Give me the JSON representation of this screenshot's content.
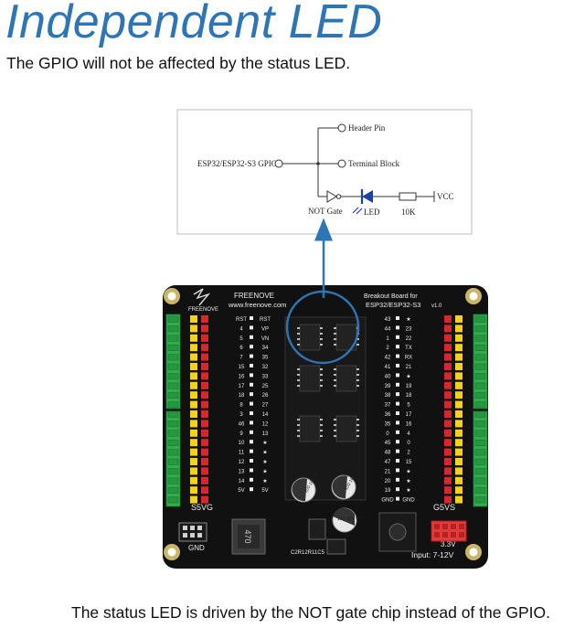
{
  "header": {
    "title": "Independent LED",
    "subtitle": "The GPIO will not be affected by the status LED."
  },
  "schematic": {
    "gpio_label": "ESP32/ESP32-S3 GPIO",
    "header_pin_label": "Header Pin",
    "terminal_block_label": "Terminal Block",
    "not_gate_label": "NOT Gate",
    "led_label": "LED",
    "resistor_label": "10K",
    "vcc_label": "VCC"
  },
  "board": {
    "brand": "FREENOVE",
    "website": "www.freenove.com",
    "title_line1": "Breakout Board for",
    "title_line2": "ESP32/ESP32-S3",
    "version": "v1.0",
    "left_header_label": "S5VG",
    "right_header_label": "G5VS",
    "left_pins": [
      [
        "RST",
        "RST"
      ],
      [
        "4",
        "VP"
      ],
      [
        "5",
        "VN"
      ],
      [
        "6",
        "34"
      ],
      [
        "7",
        "35"
      ],
      [
        "15",
        "32"
      ],
      [
        "16",
        "33"
      ],
      [
        "17",
        "25"
      ],
      [
        "18",
        "26"
      ],
      [
        "8",
        "27"
      ],
      [
        "3",
        "14"
      ],
      [
        "46",
        "12"
      ],
      [
        "9",
        "13"
      ],
      [
        "10",
        "★"
      ],
      [
        "11",
        "★"
      ],
      [
        "12",
        "★"
      ],
      [
        "13",
        "★"
      ],
      [
        "14",
        "★"
      ],
      [
        "5V",
        "5V"
      ]
    ],
    "right_pins": [
      [
        "43",
        "★"
      ],
      [
        "44",
        "23"
      ],
      [
        "1",
        "22"
      ],
      [
        "2",
        "TX"
      ],
      [
        "42",
        "RX"
      ],
      [
        "41",
        "21"
      ],
      [
        "40",
        "★"
      ],
      [
        "39",
        "19"
      ],
      [
        "38",
        "18"
      ],
      [
        "37",
        "5"
      ],
      [
        "36",
        "17"
      ],
      [
        "35",
        "16"
      ],
      [
        "0",
        "4"
      ],
      [
        "45",
        "0"
      ],
      [
        "48",
        "2"
      ],
      [
        "47",
        "15"
      ],
      [
        "21",
        "★"
      ],
      [
        "20",
        "★"
      ],
      [
        "19",
        "★"
      ],
      [
        "GND",
        "GND"
      ]
    ],
    "gnd_label": "GND",
    "inductor_label": "470",
    "cap_label1": "100 16V VT",
    "cap_label2": "100 16V VT",
    "cap_label3": "100 16V VT",
    "component_codes": "C2R12R11C5",
    "voltage_label": "3.3V",
    "input_label": "Input: 7-12V"
  },
  "caption": "The status LED is driven by the NOT gate chip instead of the GPIO.",
  "colors": {
    "title": "#2e75b6",
    "callout": "#2e75b6",
    "pcb": "#111111",
    "terminal_green": "#2fae4b",
    "header_yellow": "#f2d21b",
    "header_red": "#d8262d",
    "led_blue": "#1d3fa8"
  }
}
